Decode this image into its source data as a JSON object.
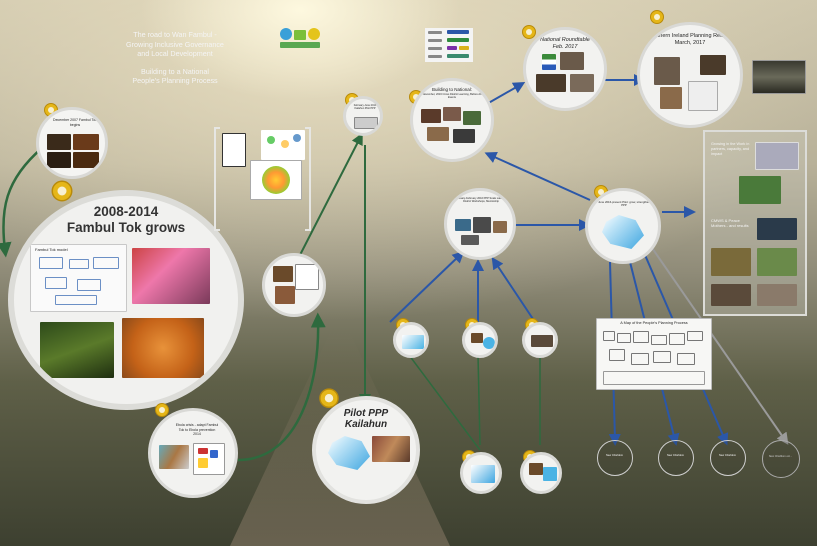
{
  "title": {
    "line1": "The road to Wan Fambul -",
    "line2": "Growing Inclusive Governance",
    "line3": "and Local Development",
    "line4": "Building to a National",
    "line5": "People's Planning Process"
  },
  "big_circle": {
    "line1": "2008-2014",
    "line2": "Fambul Tok grows",
    "diagram_label": "Fambul Tok model"
  },
  "nodes": {
    "december_2007": "December 2007 Fambul Tok begins",
    "ebola": "Ebola crisis - adapt Fambul Tok to Ebola prevention 2014",
    "pilot_line1": "Pilot PPP",
    "pilot_line2": "Kailahun",
    "building_national": "Building to National:",
    "building_national_sub": "November, 2016 Cross District Learning, Before All Events",
    "national_roundtable": "National Roundtable",
    "national_roundtable_date": "Feb. 2017",
    "ni_retreat": "Northern Ireland Planning Retreat",
    "ni_retreat_date": "March, 2017",
    "jan_feb": "January-February 2016 PPP Scale Launch, District Workshops, Mentorship",
    "june_2016": "June 2016-present Pilot: grow, strengthen PPP",
    "small_top_left": "February-June 2015 Kailahun Pilot PPP",
    "growing_sub": "Growing in the Work in partners, capacity, and impact",
    "cmws": "CMWS & Peace Mothers - and results",
    "map_title": "A Map of the People's Planning Process",
    "new_chiefdom": "New Chiefdom",
    "new_chiefdom_etc": "New Chiefdom etc..."
  },
  "icons": [
    "pin-icon",
    "logo-icon",
    "legend-icon"
  ],
  "colors": {
    "accent_pin": "#e5b618",
    "green_path": "#2e6a3e",
    "blue_path": "#2b57a8",
    "gray_path": "#9a9a9a"
  }
}
